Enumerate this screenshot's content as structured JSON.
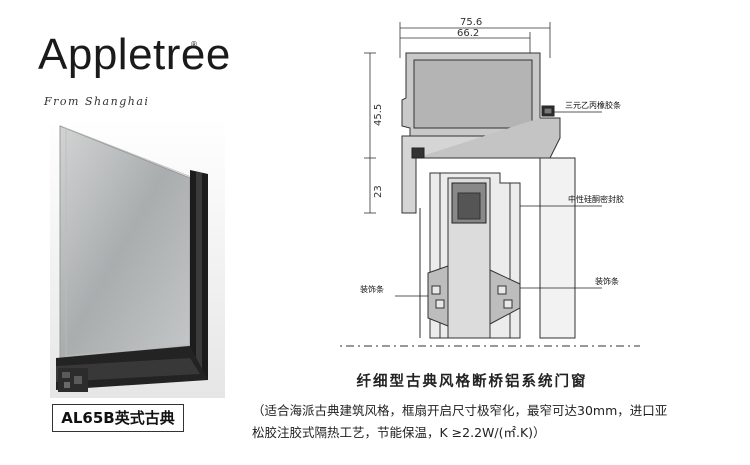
{
  "brand": {
    "name": "Appletree",
    "registered_mark": "®",
    "tagline": "From Shanghai"
  },
  "product": {
    "model_label": "AL65B英式古典"
  },
  "drawing": {
    "dimensions": {
      "outer_width": "75.6",
      "inner_width": "66.2",
      "upper_height": "45.5",
      "lower_height": "23"
    },
    "callouts": {
      "epdm_strip": "三元乙丙橡胶条",
      "neutral_sealant": "中性硅酮密封胶",
      "decor_strip_right": "装饰条",
      "decor_strip_left": "装饰条"
    }
  },
  "caption": {
    "title": "纤细型古典风格断桥铝系统门窗",
    "line1": "（适合海派古典建筑风格，框扇开启尺寸极窄化，最窄可达30mm，进口亚",
    "line2": "松胶注胶式隔热工艺，节能保温，K ≥2.2W/(㎡.K)）"
  }
}
